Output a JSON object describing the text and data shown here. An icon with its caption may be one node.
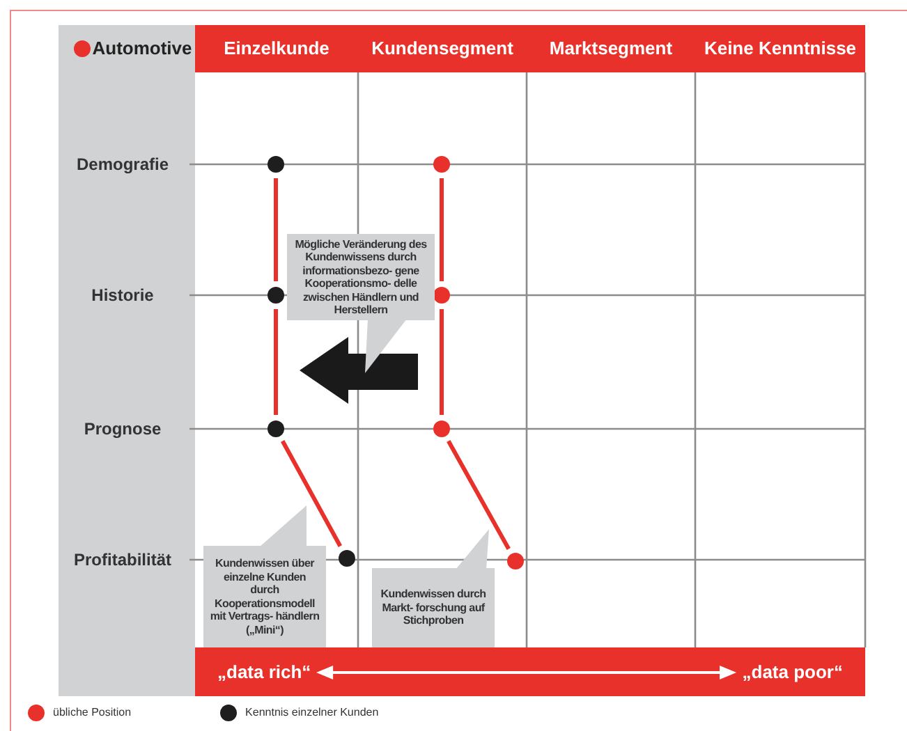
{
  "diagram": {
    "nodes": [
      {
        "text": [],
        "shape": "circle"
      },
      {
        "text": [],
        "shape": "circle"
      },
      {
        "text": [],
        "shape": "circle"
      },
      {
        "text": [],
        "shape": "circle"
      },
      {
        "text": [],
        "shape": "circle"
      },
      {
        "text": [],
        "shape": "circle"
      },
      {
        "text": [
          "Mögliche Veränderung des Kundenwissens durch informationsbezo- gene Kooperationsmo- delle zwischen Händlern und Herstellern"
        ]
      },
      {
        "text": [],
        "shape": "circle"
      },
      {
        "text": [],
        "shape": "circle"
      },
      {
        "text": [
          "Kundenwissen über einzelne Kunden durch Kooperationsmodell mit Vertrags- händlern („Mini“)"
        ]
      },
      {
        "text": [
          "Kundenwissen durch Markt- forschung auf Stichproben"
        ]
      }
    ],
    "edges": [
      {
        "from": 0,
        "to": 2,
        "arrow": "none"
      },
      {
        "from": 2,
        "to": 4,
        "arrow": "none"
      },
      {
        "from": 1,
        "to": 3,
        "arrow": "none"
      },
      {
        "from": 3,
        "to": 5,
        "arrow": "none"
      },
      {
        "from": 4,
        "to": 7,
        "arrow": "none"
      },
      {
        "from": 5,
        "to": 8,
        "arrow": "none"
      }
    ],
    "labels": [
      "Automotive",
      "Einzelkunde",
      "Kundensegment",
      "Marktsegment",
      "Keine Kenntnisse",
      "Demografie",
      "Historie",
      "Prognose",
      "Profitabilität",
      "„data rich“",
      "„data poor“"
    ],
    "legend": [
      {
        "text": "übliche Position",
        "color": "#e8312a"
      },
      {
        "text": "Kenntnis einzelner Kunden",
        "color": "#1e1e1e"
      }
    ]
  }
}
